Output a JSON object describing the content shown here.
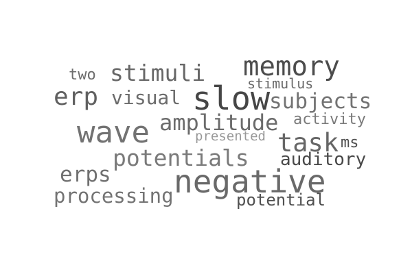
{
  "word_cloud": {
    "words": [
      {
        "text": "two"
      },
      {
        "text": "stimuli"
      },
      {
        "text": "memory"
      },
      {
        "text": "erp"
      },
      {
        "text": "visual"
      },
      {
        "text": "slow"
      },
      {
        "text": "stimulus"
      },
      {
        "text": "subjects"
      },
      {
        "text": "wave"
      },
      {
        "text": "amplitude"
      },
      {
        "text": "activity"
      },
      {
        "text": "presented"
      },
      {
        "text": "task"
      },
      {
        "text": "ms"
      },
      {
        "text": "potentials"
      },
      {
        "text": "auditory"
      },
      {
        "text": "erps"
      },
      {
        "text": "negative"
      },
      {
        "text": "processing"
      },
      {
        "text": "potential"
      }
    ],
    "background_color": "#ffffff"
  }
}
